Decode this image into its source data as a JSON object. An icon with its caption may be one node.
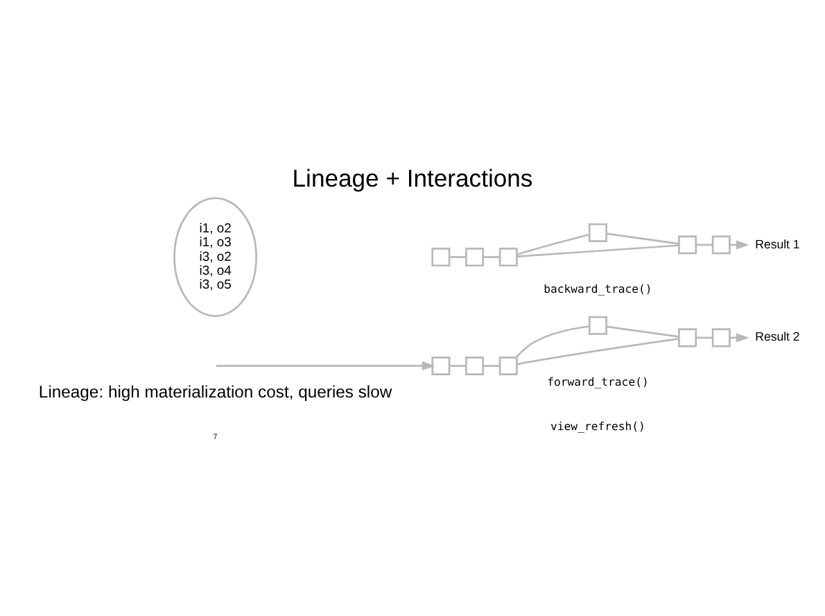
{
  "diagram": {
    "title": "Lineage + Interactions",
    "nodes": [
      {
        "text": [
          "i1, o2",
          "i1, o3",
          "i3, o2",
          "i3, o4",
          "i3, o5"
        ]
      },
      {
        "text": [],
        "shape": "box"
      },
      {
        "text": [],
        "shape": "box"
      },
      {
        "text": [],
        "shape": "box"
      },
      {
        "text": [],
        "shape": "box"
      },
      {
        "text": [],
        "shape": "box"
      },
      {
        "text": [],
        "shape": "box"
      },
      {
        "text": [],
        "shape": "box"
      },
      {
        "text": [],
        "shape": "box"
      },
      {
        "text": [],
        "shape": "box"
      },
      {
        "text": [],
        "shape": "box"
      },
      {
        "text": [],
        "shape": "box"
      },
      {
        "text": [],
        "shape": "box"
      },
      {
        "text": [
          "Result 1"
        ]
      },
      {
        "text": [
          "Result 2"
        ]
      }
    ],
    "edges": [
      {
        "from": 1,
        "to": 2,
        "arrow": "none"
      },
      {
        "from": 2,
        "to": 3,
        "arrow": "none"
      },
      {
        "from": 3,
        "to": 4,
        "arrow": "none"
      },
      {
        "from": 3,
        "to": 5,
        "arrow": "none"
      },
      {
        "from": 4,
        "to": 5,
        "arrow": "none"
      },
      {
        "from": 5,
        "to": 6,
        "arrow": "none"
      },
      {
        "from": 6,
        "to": 13,
        "arrow": "to"
      },
      {
        "from": null,
        "to": 7,
        "arrow": "to"
      },
      {
        "from": 7,
        "to": 8,
        "arrow": "none"
      },
      {
        "from": 8,
        "to": 9,
        "arrow": "none"
      },
      {
        "from": 9,
        "to": 11,
        "arrow": "none"
      },
      {
        "from": 9,
        "to": 10,
        "arrow": "none"
      },
      {
        "from": 10,
        "to": 11,
        "arrow": "none"
      },
      {
        "from": 11,
        "to": 12,
        "arrow": "none"
      },
      {
        "from": 12,
        "to": 14,
        "arrow": "to"
      }
    ],
    "labels": [
      "Lineage: high materialization cost, queries slow",
      "backward_trace()",
      "forward_trace()",
      "view_refresh()",
      "7"
    ]
  }
}
